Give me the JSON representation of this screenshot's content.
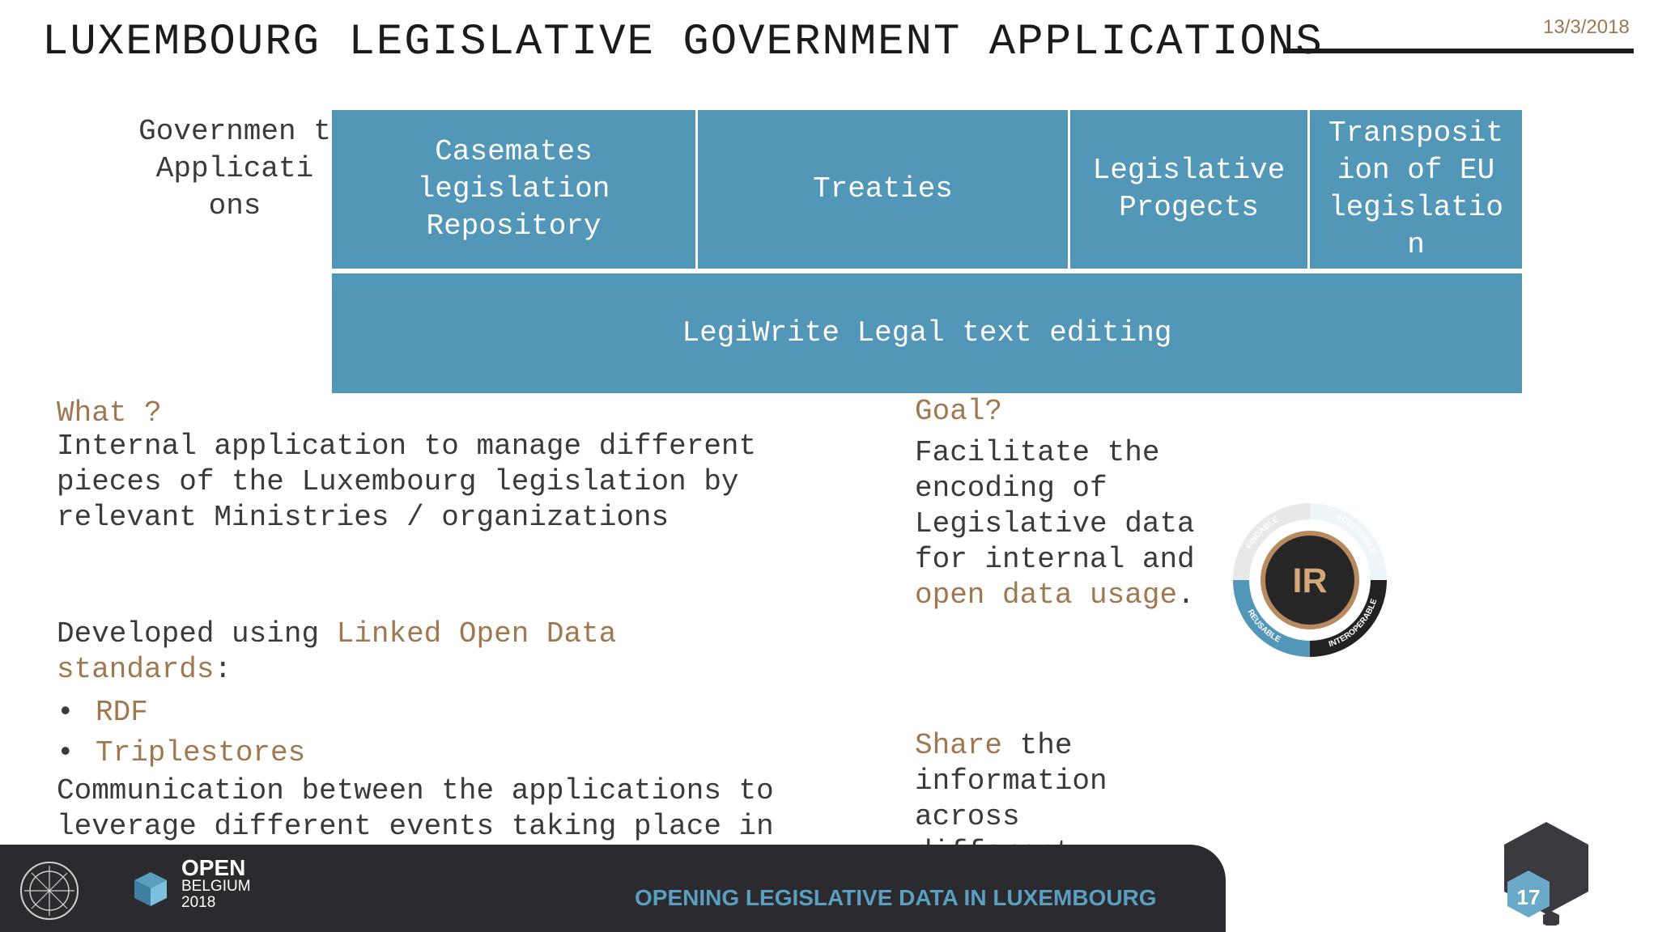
{
  "slide": {
    "title": "LUXEMBOURG LEGISLATIVE GOVERNMENT APPLICATIONS",
    "date": "13/3/2018",
    "page_number": "17"
  },
  "grid": {
    "row_label": "Governmen t Applicati ons",
    "cells": [
      "Casemates legislation Repository",
      "Treaties",
      "Legislative Progects",
      "Transposit ion of EU legislatio n"
    ],
    "bottom_cell": "LegiWrite Legal text editing"
  },
  "what": {
    "label": "What ?",
    "text": "Internal application to manage different pieces of the Luxembourg legislation by relevant Ministries / organizations",
    "developed_prefix": "Developed using ",
    "developed_accent": "Linked Open Data standards",
    "developed_suffix": ":",
    "bullets": [
      "RDF",
      "Triplestores"
    ],
    "communication": "Communication between the applications to leverage different events taking place in the “life” of the piece of legislation."
  },
  "goal": {
    "label": "Goal?",
    "text1": "Facilitate the encoding of Legislative data for internal and ",
    "text1_accent": "open data usage",
    "text1_suffix": ".",
    "text2_accent": "Share",
    "text2": " the information across different applications"
  },
  "fair": {
    "center": "IR",
    "segments": [
      "FINDABLE",
      "ACCESSIBLE",
      "INTEROPERABLE",
      "REUSABLE"
    ]
  },
  "footer": {
    "title": "OPENING LEGISLATIVE DATA IN LUXEMBOURG",
    "logo_line1": "OPEN",
    "logo_line2": "BELGIUM",
    "logo_line3": "2018"
  },
  "colors": {
    "cell_blue": "#5296b8",
    "accent_brown": "#a07850",
    "footer_dark": "#2b2a2f",
    "footer_text_blue": "#5a9ec0"
  }
}
